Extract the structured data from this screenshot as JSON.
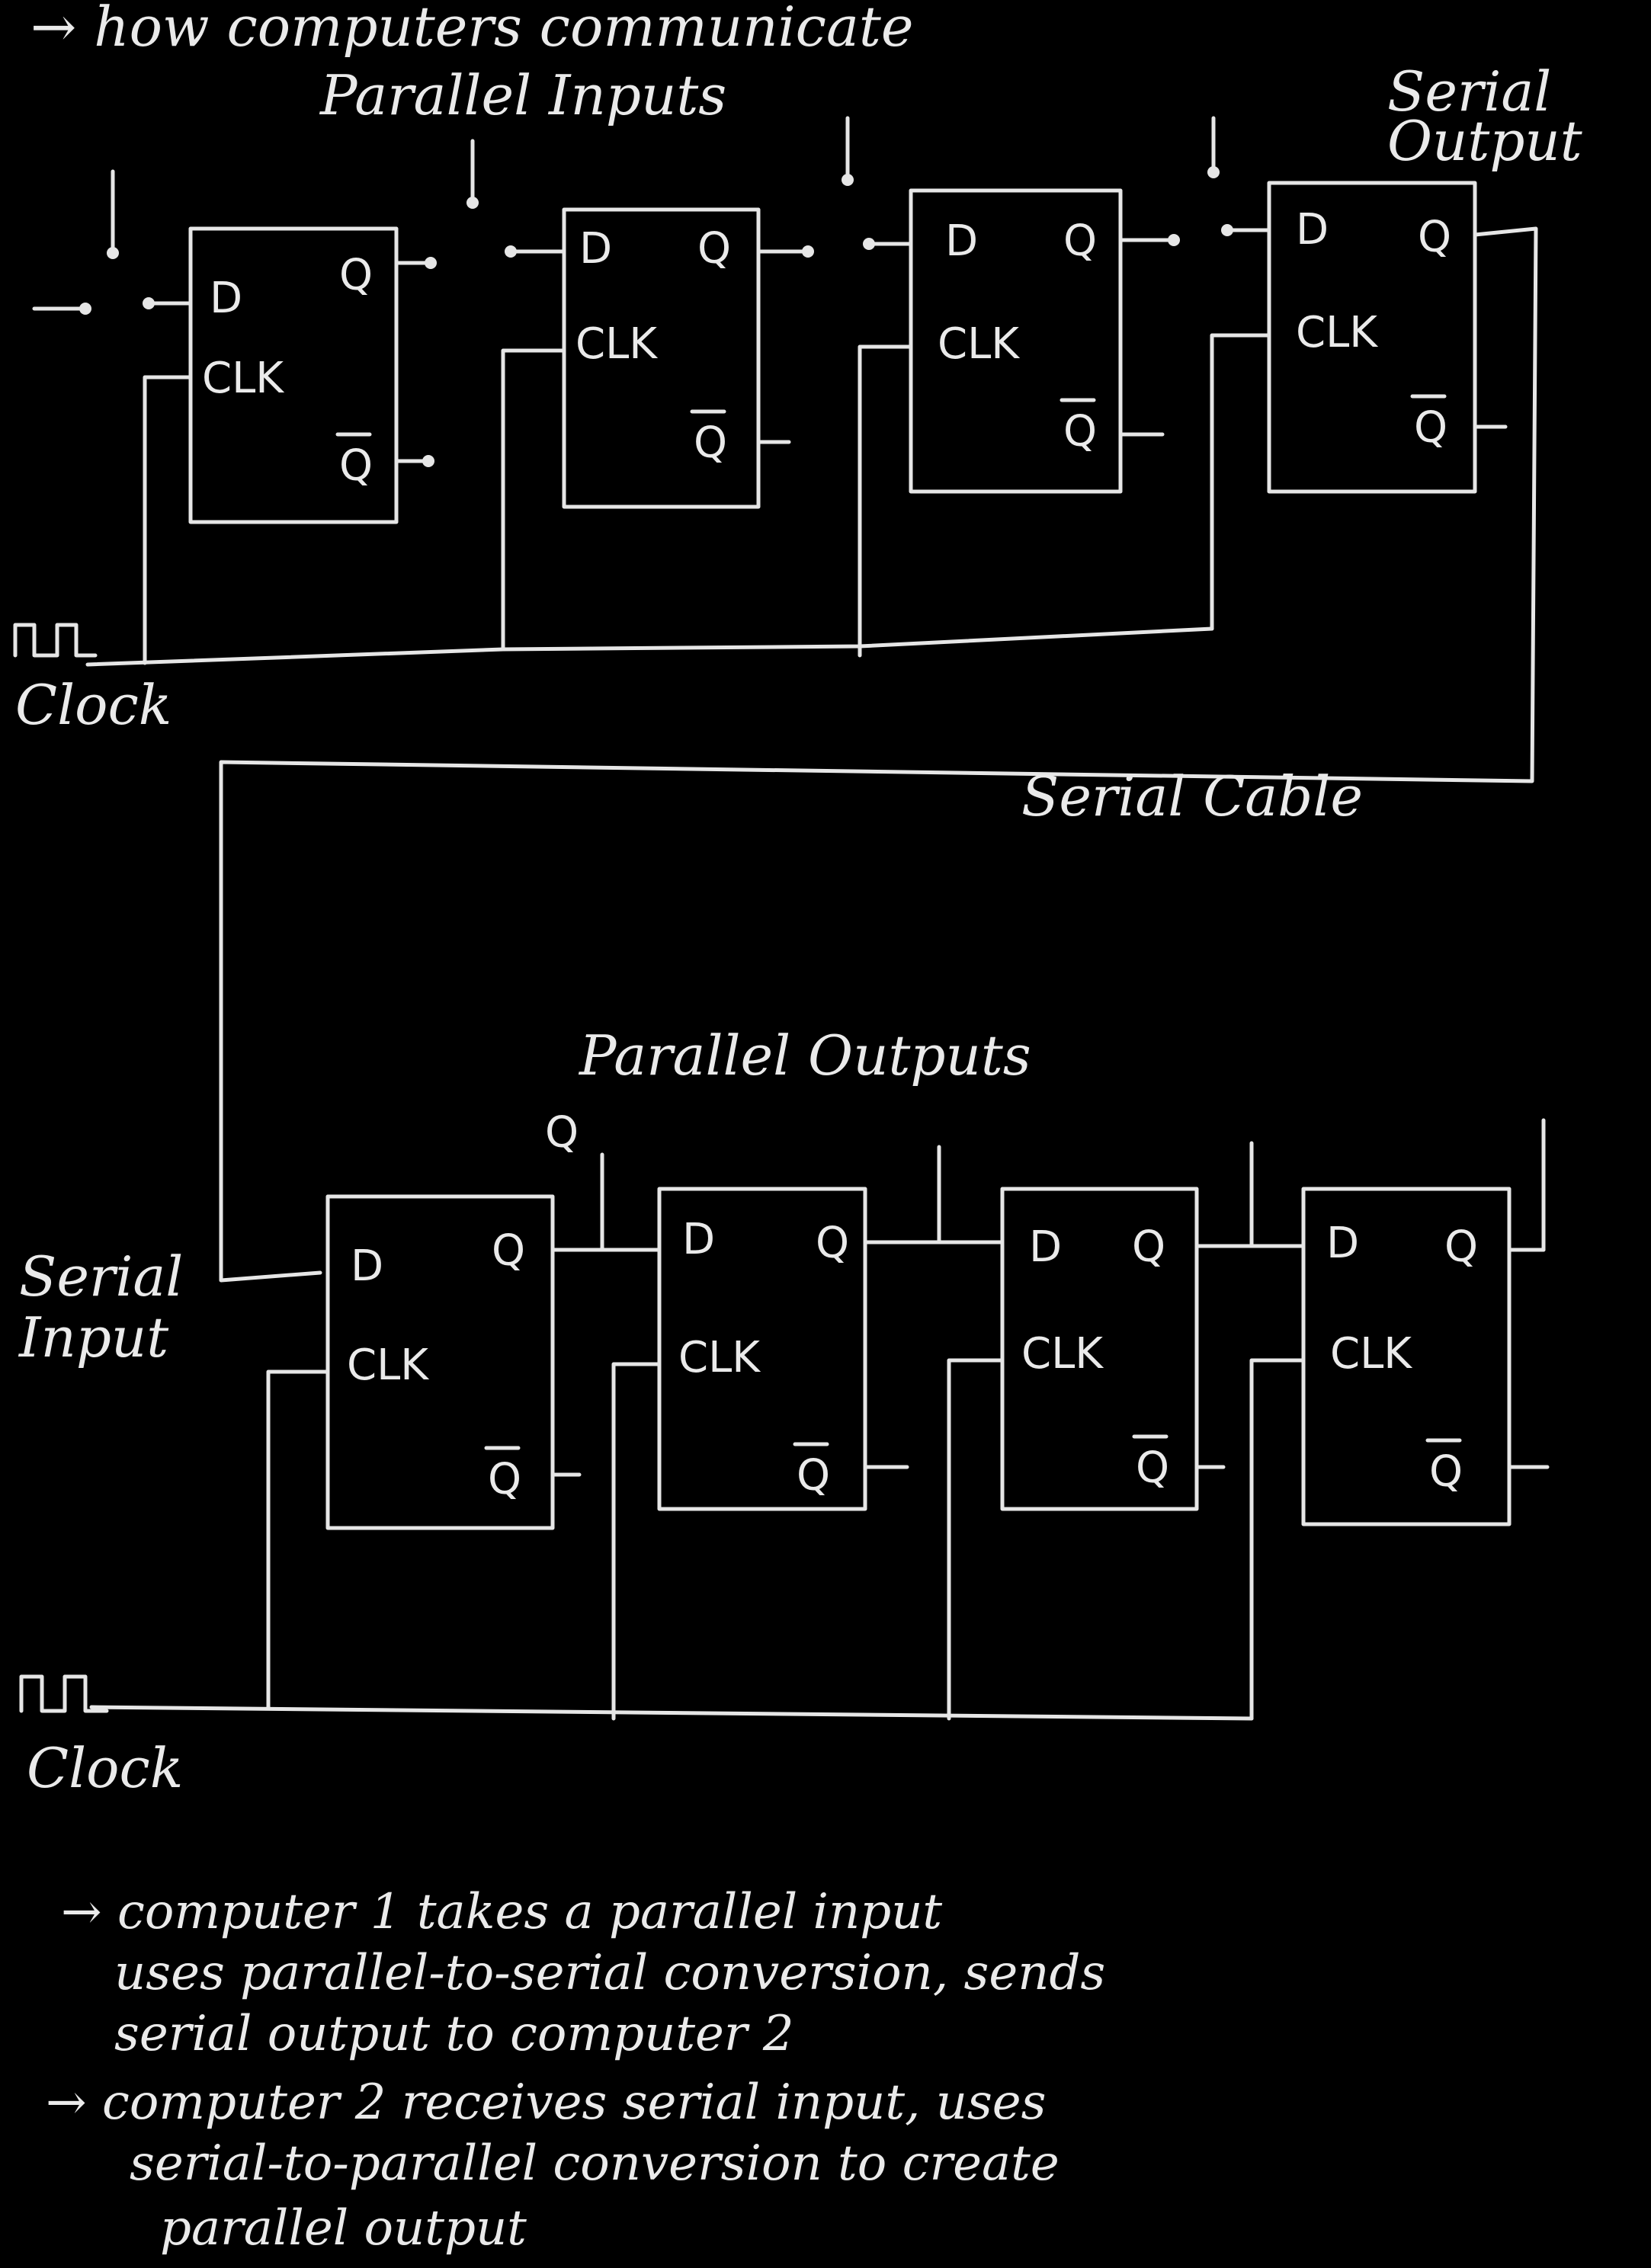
{
  "title": "→ how computers communicate",
  "top": {
    "heading": "Parallel Inputs",
    "serial_output_label": [
      "Serial",
      "Output"
    ],
    "clock_label": "Clock",
    "cable_label": "Serial Cable"
  },
  "bottom": {
    "heading": "Parallel Outputs",
    "q_label": "Q",
    "serial_input_label": [
      "Serial",
      "Input"
    ],
    "clock_label": "Clock"
  },
  "flipflop": {
    "d": "D",
    "q": "Q",
    "clk": "CLK",
    "qbar": "Q"
  },
  "notes": [
    "→ computer 1 takes a parallel input",
    "uses parallel-to-serial conversion, sends",
    "serial output to computer 2",
    "→ computer 2 receives serial input, uses",
    "serial-to-parallel conversion to create",
    "parallel output"
  ]
}
